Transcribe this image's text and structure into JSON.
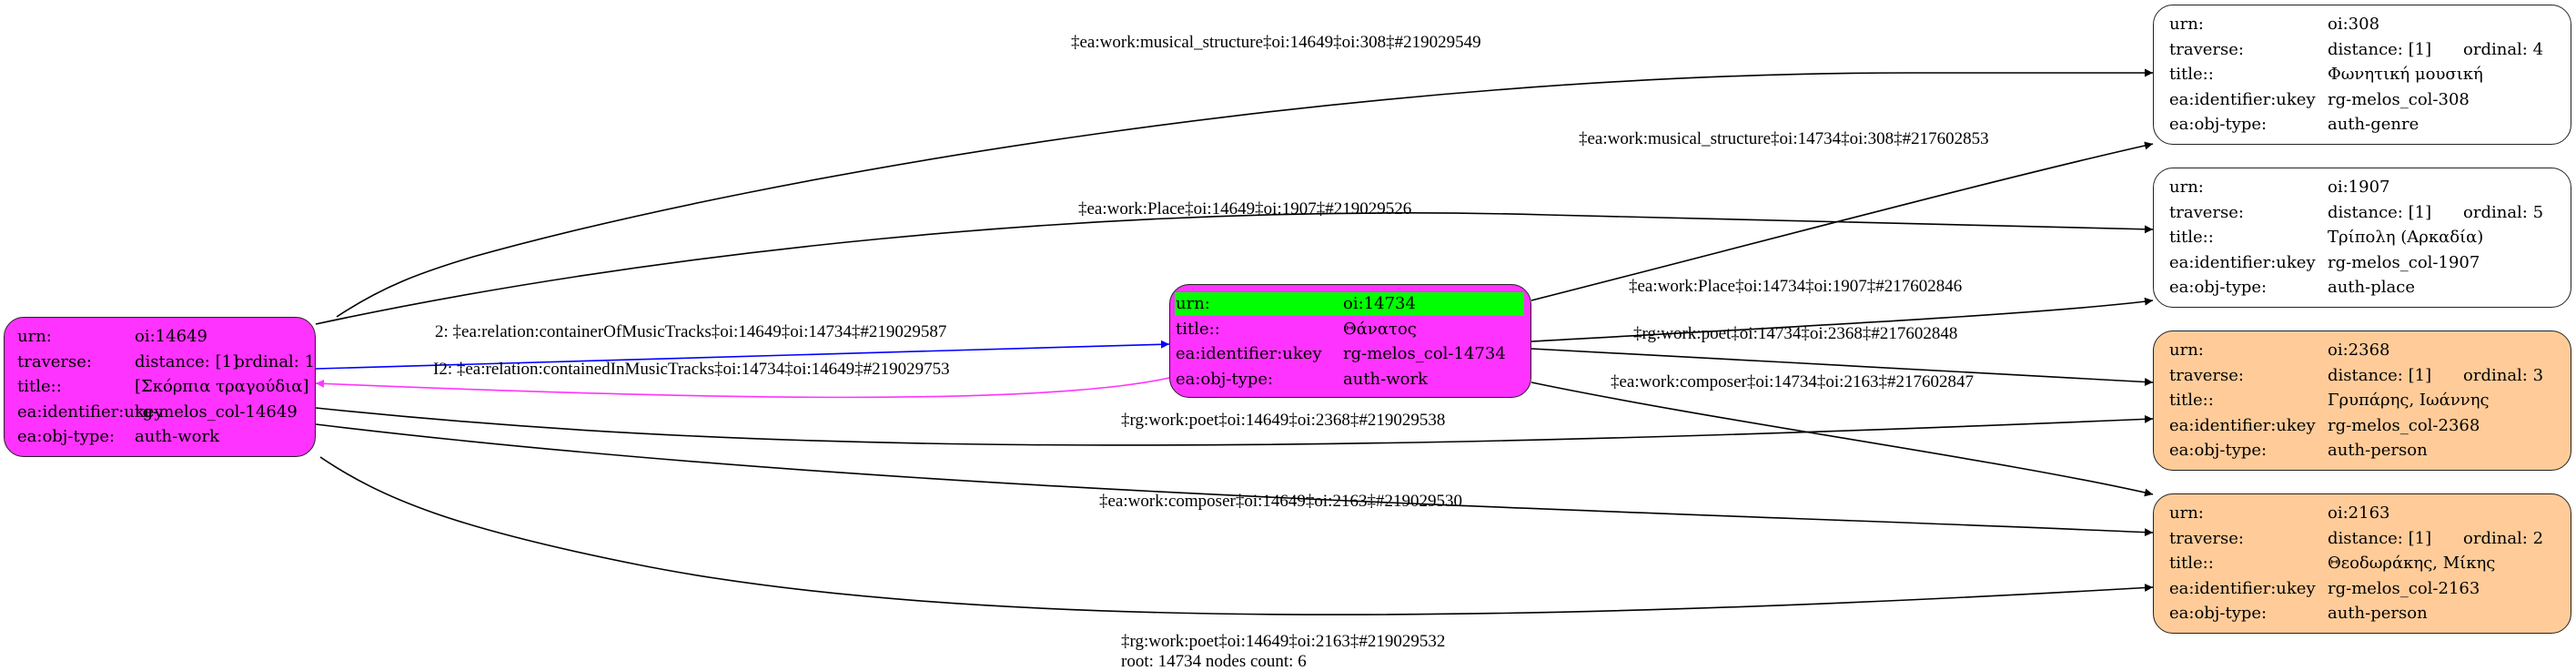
{
  "colors": {
    "root": "#ff33ff",
    "person": "#ffcc99",
    "plain": "#ffffff",
    "highlight": "#00ff00",
    "edge_default": "#000000",
    "edge_container": "#0000ff",
    "edge_contained": "#ff33ff"
  },
  "nodes": [
    {
      "id": "n14649",
      "fill": "#ff33ff",
      "rows": [
        {
          "label": "urn:",
          "value": "oi:14649"
        },
        {
          "label": "traverse:",
          "value": "distance: [1]",
          "extra": "ordinal: 1"
        },
        {
          "label": "title::",
          "value": "[Σκόρπια τραγούδια]"
        },
        {
          "label": "ea:identifier:ukey",
          "value": "rg-melos_col-14649"
        },
        {
          "label": "ea:obj-type:",
          "value": "auth-work"
        }
      ]
    },
    {
      "id": "n14734",
      "fill": "#ff33ff",
      "rows": [
        {
          "label": "urn:",
          "value": "oi:14734",
          "highlight": true
        },
        {
          "label": "title::",
          "value": "Θάνατος"
        },
        {
          "label": "ea:identifier:ukey",
          "value": "rg-melos_col-14734"
        },
        {
          "label": "ea:obj-type:",
          "value": "auth-work"
        }
      ]
    },
    {
      "id": "n308",
      "fill": "#ffffff",
      "rows": [
        {
          "label": "urn:",
          "value": "oi:308"
        },
        {
          "label": "traverse:",
          "value": "distance: [1]",
          "extra": "ordinal: 4"
        },
        {
          "label": "title::",
          "value": "Φωνητική μουσική"
        },
        {
          "label": "ea:identifier:ukey",
          "value": "rg-melos_col-308"
        },
        {
          "label": "ea:obj-type:",
          "value": "auth-genre"
        }
      ]
    },
    {
      "id": "n1907",
      "fill": "#ffffff",
      "rows": [
        {
          "label": "urn:",
          "value": "oi:1907"
        },
        {
          "label": "traverse:",
          "value": "distance: [1]",
          "extra": "ordinal: 5"
        },
        {
          "label": "title::",
          "value": "Τρίπολη (Αρκαδία)"
        },
        {
          "label": "ea:identifier:ukey",
          "value": "rg-melos_col-1907"
        },
        {
          "label": "ea:obj-type:",
          "value": "auth-place"
        }
      ]
    },
    {
      "id": "n2368",
      "fill": "#ffcc99",
      "rows": [
        {
          "label": "urn:",
          "value": "oi:2368"
        },
        {
          "label": "traverse:",
          "value": "distance: [1]",
          "extra": "ordinal: 3"
        },
        {
          "label": "title::",
          "value": "Γρυπάρης, Ιωάννης"
        },
        {
          "label": "ea:identifier:ukey",
          "value": "rg-melos_col-2368"
        },
        {
          "label": "ea:obj-type:",
          "value": "auth-person"
        }
      ]
    },
    {
      "id": "n2163",
      "fill": "#ffcc99",
      "rows": [
        {
          "label": "urn:",
          "value": "oi:2163"
        },
        {
          "label": "traverse:",
          "value": "distance: [1]",
          "extra": "ordinal: 2"
        },
        {
          "label": "title::",
          "value": "Θεοδωράκης, Μίκης"
        },
        {
          "label": "ea:identifier:ukey",
          "value": "rg-melos_col-2163"
        },
        {
          "label": "ea:obj-type:",
          "value": "auth-person"
        }
      ]
    }
  ],
  "edges": [
    {
      "from": "n14649",
      "to": "n308",
      "color": "#000000",
      "label": "‡ea:work:musical_structure‡oi:14649‡oi:308‡#219029549"
    },
    {
      "from": "n14734",
      "to": "n308",
      "color": "#000000",
      "label": "‡ea:work:musical_structure‡oi:14734‡oi:308‡#217602853"
    },
    {
      "from": "n14649",
      "to": "n1907",
      "color": "#000000",
      "label": "‡ea:work:Place‡oi:14649‡oi:1907‡#219029526"
    },
    {
      "from": "n14734",
      "to": "n1907",
      "color": "#000000",
      "label": "‡ea:work:Place‡oi:14734‡oi:1907‡#217602846"
    },
    {
      "from": "n14734",
      "to": "n2368",
      "color": "#000000",
      "label": "‡rg:work:poet‡oi:14734‡oi:2368‡#217602848"
    },
    {
      "from": "n14734",
      "to": "n2163",
      "color": "#000000",
      "label": "‡ea:work:composer‡oi:14734‡oi:2163‡#217602847"
    },
    {
      "from": "n14649",
      "to": "n14734",
      "color": "#0000ff",
      "label": "2: ‡ea:relation:containerOfMusicTracks‡oi:14649‡oi:14734‡#219029587"
    },
    {
      "from": "n14734",
      "to": "n14649",
      "color": "#ff33ff",
      "label": "I2: ‡ea:relation:containedInMusicTracks‡oi:14734‡oi:14649‡#219029753"
    },
    {
      "from": "n14649",
      "to": "n2368",
      "color": "#000000",
      "label": "‡rg:work:poet‡oi:14649‡oi:2368‡#219029538"
    },
    {
      "from": "n14649",
      "to": "n2163",
      "color": "#000000",
      "label": "‡ea:work:composer‡oi:14649‡oi:2163‡#219029530"
    },
    {
      "from": "n14649",
      "to": "n2163",
      "color": "#000000",
      "label": "‡rg:work:poet‡oi:14649‡oi:2163‡#219029532"
    }
  ],
  "footer": "root: 14734 nodes count: 6"
}
